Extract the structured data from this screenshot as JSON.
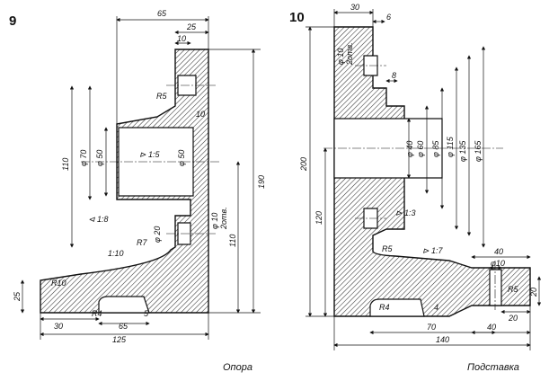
{
  "figures": [
    {
      "number": "9",
      "caption": "Опора",
      "dims": {
        "d65": "65",
        "d25": "25",
        "d10a": "10",
        "d10b": "10",
        "r5": "R5",
        "phi70": "φ 70",
        "phi50a": "φ 50",
        "phi50b": "φ 50",
        "taper": "⊳ 1:5",
        "h110": "110",
        "h190": "190",
        "h110b": "110",
        "slope18": "⊲ 1:8",
        "phi20": "φ 20",
        "phi10": "φ 10",
        "holes": "2отв.",
        "r7": "R7",
        "slope110": "1:10",
        "r10": "R10",
        "h25": "25",
        "r4": "R4",
        "w30": "30",
        "w65": "65",
        "w5": "5",
        "w125": "125"
      }
    },
    {
      "number": "10",
      "caption": "Подставка",
      "dims": {
        "d30": "30",
        "d6": "6",
        "phi10": "φ 10",
        "holes": "2отв.",
        "d8": "8",
        "phi40": "φ 40",
        "phi60": "φ 60",
        "phi85": "φ 85",
        "phi115": "φ 115",
        "phi135": "φ 135",
        "phi165": "φ 165",
        "h200": "200",
        "h120": "120",
        "taper13": "⊳ 1:3",
        "r5": "R5",
        "slope17": "⊳ 1:7",
        "d40a": "40",
        "phi10b": "φ10",
        "r5b": "R5",
        "h20": "20",
        "w20": "20",
        "r4": "R4",
        "d4": "4",
        "w70": "70",
        "w40": "40",
        "w140": "140"
      }
    }
  ]
}
